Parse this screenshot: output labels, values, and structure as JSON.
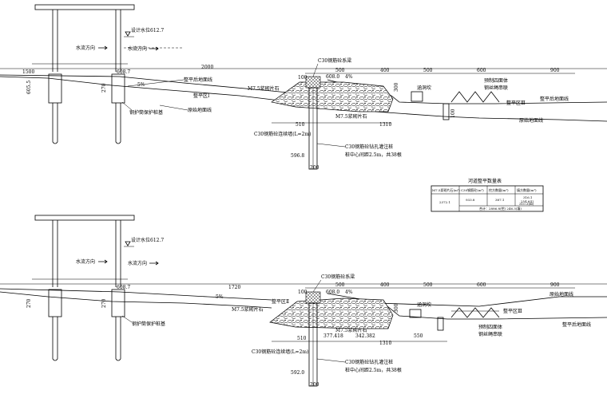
{
  "design_water_level": "设计水位612.7",
  "flow_direction": "水流方向",
  "c30_beam": "C30钢筋砼系梁",
  "c30_diaphragm": "C30钢筋砼连续墙(L=2m)",
  "c30_piles": "C30钢筋砼钻孔灌注桩",
  "pile_spacing": "桩中心间距2.5m，共38根",
  "steel_casing_pier": "钢护筒保护桩基",
  "m75_masonry": "M7.5浆砌片石",
  "culvert": "涵洞坎",
  "precast_blocks": "预制四面体",
  "steel_wire_rope": "钢丝绳串联",
  "leveled_ground_line": "整平后地面线",
  "original_ground_line": "原始地面线",
  "top": {
    "leveling_zone_1": "整平区Ⅰ",
    "leveling_zone_3": "整平区Ⅲ",
    "dims": {
      "d1500": "1500",
      "d608_7": "608.7",
      "d605_5": "605.5",
      "d270": "270",
      "d2000": "2000",
      "slope": "5%",
      "d100": "100",
      "d608_0": "608.0",
      "d4pct": "4%",
      "d500a": "500",
      "d400": "400",
      "d500b": "500",
      "d600": "600",
      "d900": "900",
      "d300": "300",
      "d510": "510",
      "d1310": "1310",
      "d100b": "100",
      "d596_8": "596.8",
      "d200": "200"
    }
  },
  "bottom": {
    "leveling_zone_2": "整平区Ⅱ",
    "leveling_zone_3": "整平区Ⅲ",
    "dims": {
      "d608_7": "608.7",
      "d270": "270",
      "d1720": "1720",
      "slope": "5%",
      "d100": "100",
      "d608_0": "608.0",
      "d4pct": "4%",
      "d500a": "500",
      "d400": "400",
      "d500b": "500",
      "d600": "600",
      "d900": "900",
      "d300": "300",
      "d510": "510",
      "d377_418": "377.418",
      "d342_382": "342.382",
      "d550": "550",
      "d1310": "1310",
      "d592_0": "592.0",
      "d200": "200"
    }
  },
  "table": {
    "title": "河道整平数量表",
    "headers": [
      "M7.5浆砌片石(m³)",
      "C30钢筋砼(m³)",
      "挖方数量(m³)",
      "填方数量(m³)"
    ],
    "row_total": "2372.1",
    "cells": [
      "933.8",
      "387.1",
      "316.1",
      "310.3(Ⅲ)"
    ],
    "extra": "254.6(Ⅰ)",
    "sum_line": "合计：2886.8(挖)  246.3(填)"
  }
}
